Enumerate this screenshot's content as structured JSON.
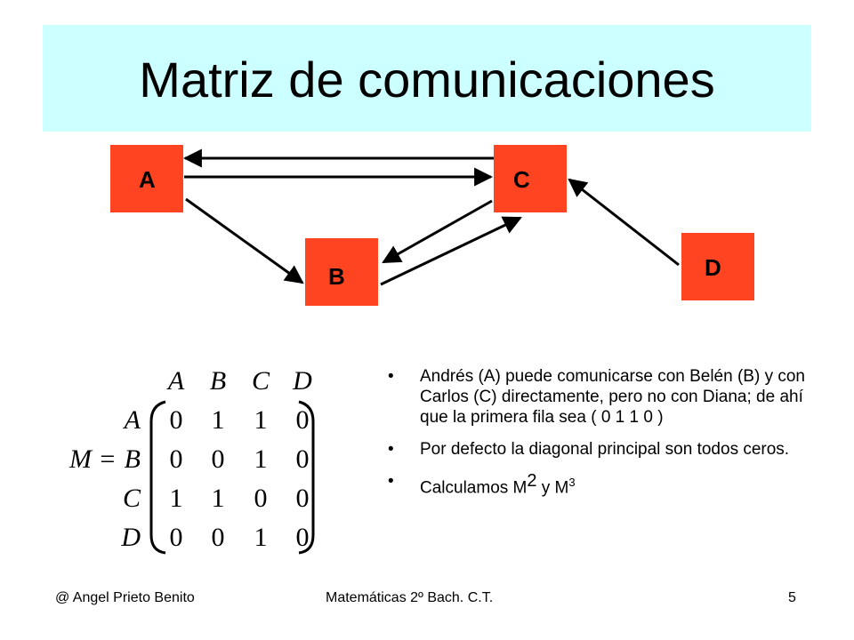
{
  "slide": {
    "title": "Matriz de comunicaciones",
    "nodes": {
      "a": "A",
      "b": "B",
      "c": "C",
      "d": "D"
    }
  },
  "matrix": {
    "label": "M =",
    "columns": [
      "A",
      "B",
      "C",
      "D"
    ],
    "rows": [
      {
        "label": "A",
        "values": [
          "0",
          "1",
          "1",
          "0"
        ]
      },
      {
        "label": "B",
        "values": [
          "0",
          "0",
          "1",
          "0"
        ]
      },
      {
        "label": "C",
        "values": [
          "1",
          "1",
          "0",
          "0"
        ]
      },
      {
        "label": "D",
        "values": [
          "0",
          "0",
          "1",
          "0"
        ]
      }
    ]
  },
  "bullets": {
    "b1": "Andrés (A) puede comunicarse con Belén (B) y con Carlos (C) directamente, pero no con Diana; de ahí que la primera fila sea ( 0  1  1  0 )",
    "b2": "Por defecto la diagonal principal son todos ceros.",
    "b3_text": "Calculamos M",
    "b3_exp1": "2",
    "b3_mid": " y M",
    "b3_exp2": "3"
  },
  "footer": {
    "author": "@  Angel Prieto Benito",
    "course": "Matemáticas 2º  Bach. C.T.",
    "page": "5"
  },
  "colors": {
    "title_band": "#ccffff",
    "node_fill": "#ff4422",
    "arrow": "#000000"
  }
}
